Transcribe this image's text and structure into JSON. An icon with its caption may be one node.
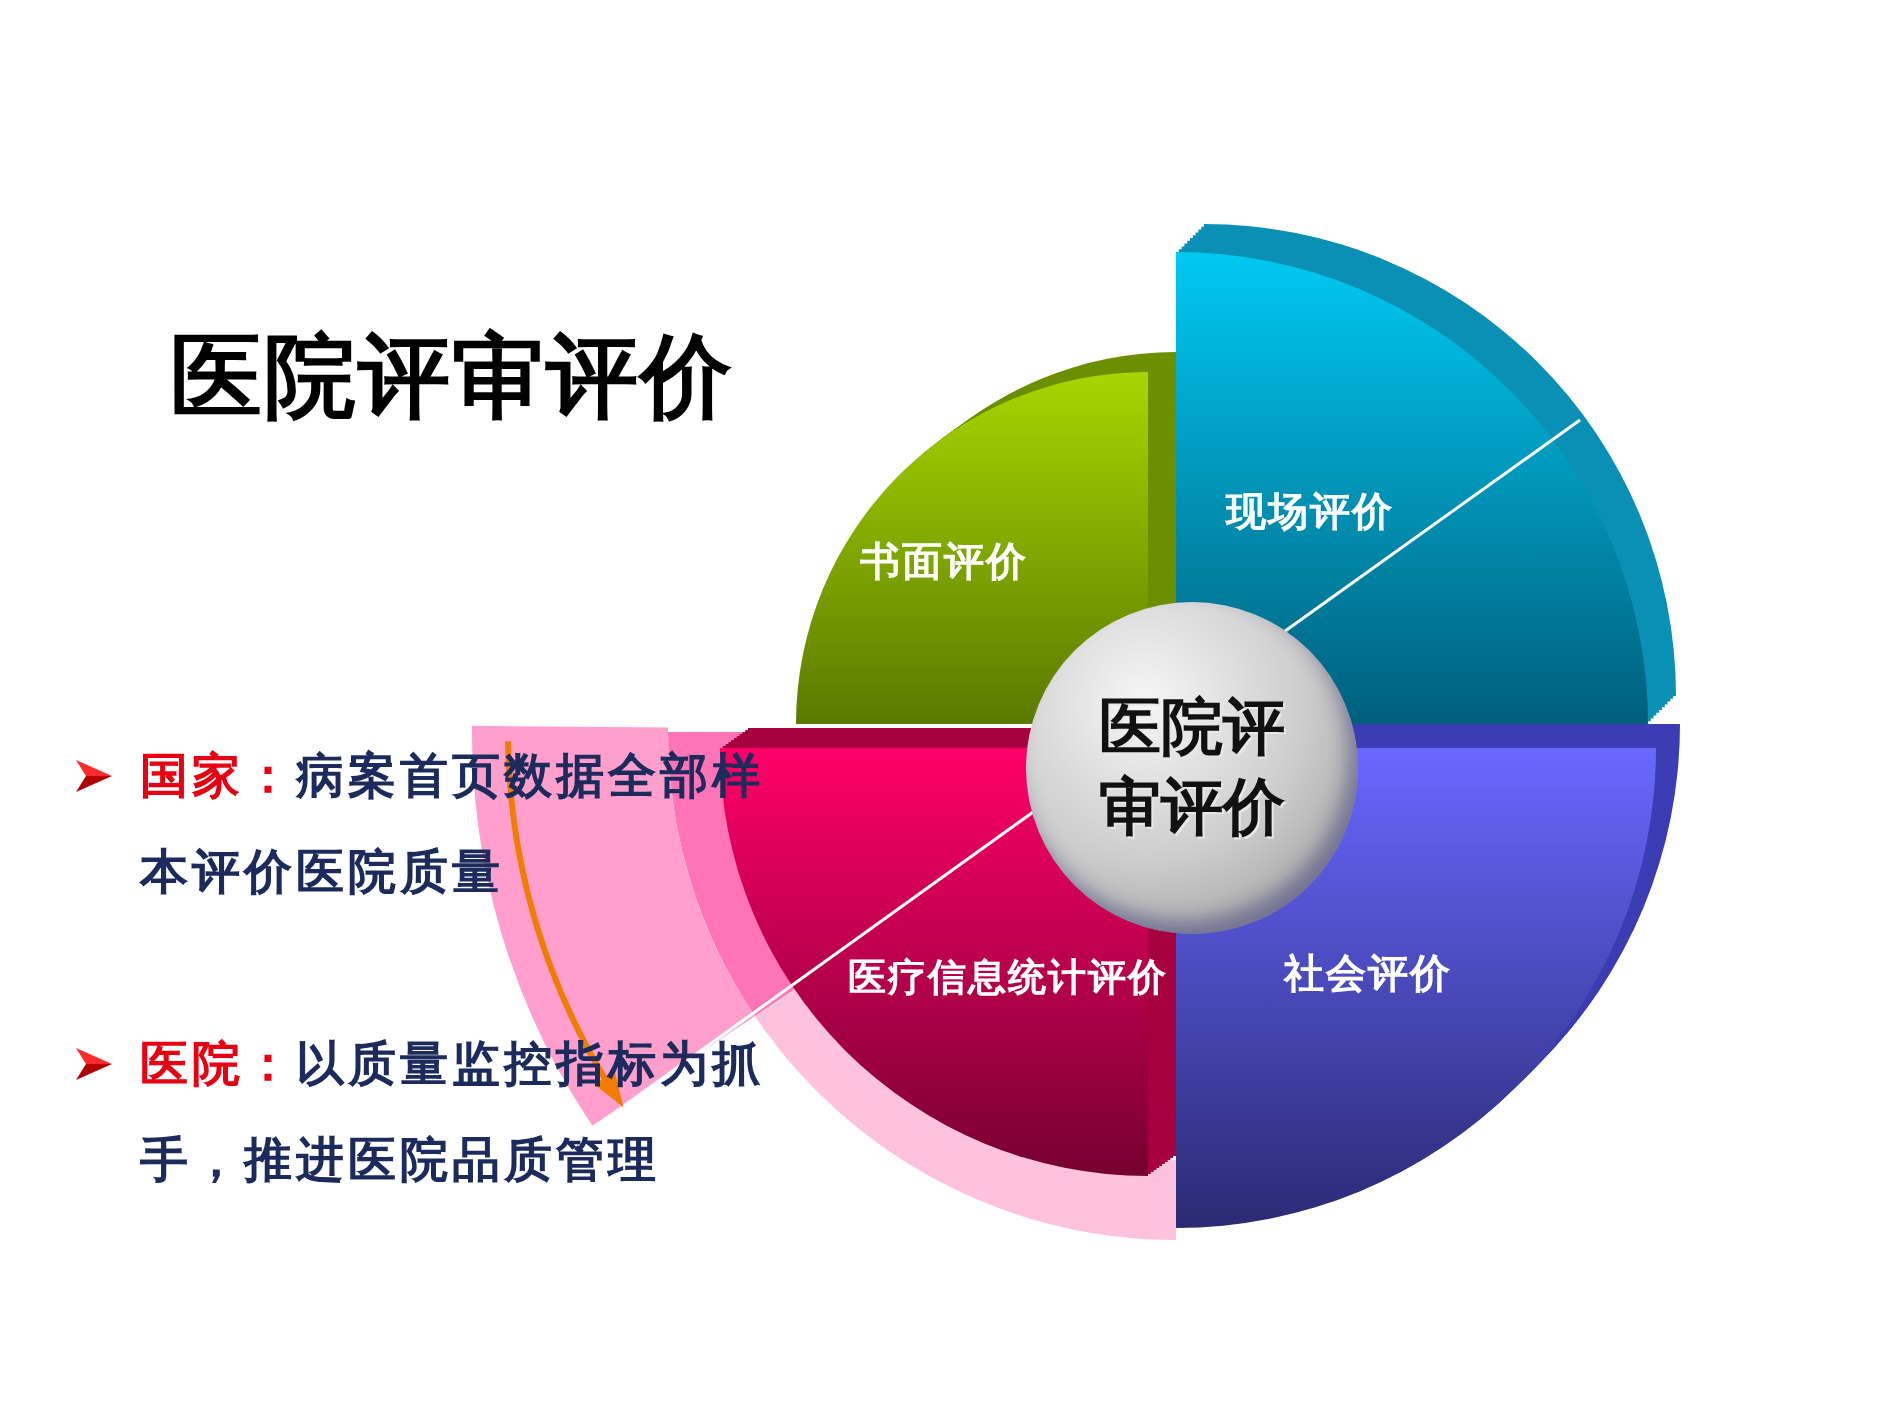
{
  "diagram": {
    "title": "医院评审评价",
    "nodes": [
      {
        "text": [
          "书面评价"
        ]
      },
      {
        "text": [
          "现场评价"
        ]
      },
      {
        "text": [
          "医院评审评价"
        ]
      },
      {
        "text": [
          "医疗信息统计评价"
        ]
      },
      {
        "text": [
          "社会评价"
        ]
      }
    ],
    "labels": [
      "国家：",
      "病案首页数据全部样本评价医院质量",
      "医院：",
      "以质量监控指标为抓手，推进医院品质管理"
    ]
  }
}
